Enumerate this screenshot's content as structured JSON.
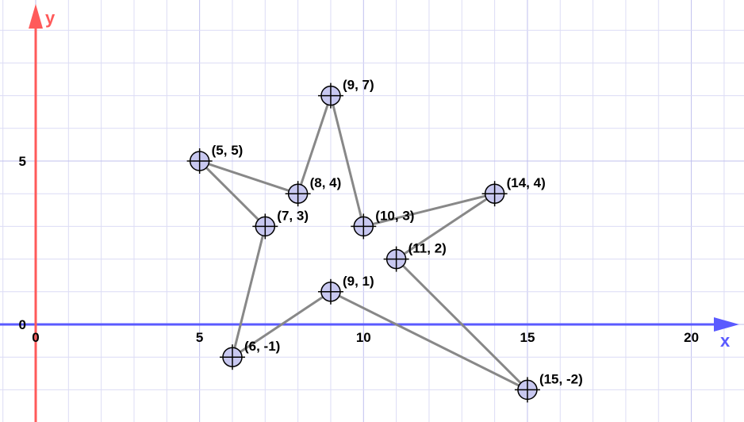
{
  "chart_data": {
    "type": "scatter",
    "xlabel": "x",
    "ylabel": "y",
    "xlim": [
      -1,
      21.5
    ],
    "ylim": [
      -3,
      10
    ],
    "x_ticks": [
      0,
      5,
      10,
      15,
      20
    ],
    "y_ticks": [
      0,
      5
    ],
    "grid": true,
    "minor_grid_step": 1,
    "points": [
      {
        "x": 9,
        "y": 7,
        "label": "(9, 7)"
      },
      {
        "x": 5,
        "y": 5,
        "label": "(5, 5)"
      },
      {
        "x": 8,
        "y": 4,
        "label": "(8, 4)"
      },
      {
        "x": 14,
        "y": 4,
        "label": "(14, 4)"
      },
      {
        "x": 7,
        "y": 3,
        "label": "(7, 3)"
      },
      {
        "x": 10,
        "y": 3,
        "label": "(10, 3)"
      },
      {
        "x": 11,
        "y": 2,
        "label": "(11, 2)"
      },
      {
        "x": 9,
        "y": 1,
        "label": "(9, 1)"
      },
      {
        "x": 6,
        "y": -1,
        "label": "(6, -1)"
      },
      {
        "x": 15,
        "y": -2,
        "label": "(15, -2)"
      }
    ],
    "segments": [
      [
        [
          9,
          7
        ],
        [
          8,
          4
        ]
      ],
      [
        [
          8,
          4
        ],
        [
          5,
          5
        ]
      ],
      [
        [
          5,
          5
        ],
        [
          7,
          3
        ]
      ],
      [
        [
          7,
          3
        ],
        [
          6,
          -1
        ]
      ],
      [
        [
          6,
          -1
        ],
        [
          9,
          1
        ]
      ],
      [
        [
          9,
          1
        ],
        [
          15,
          -2
        ]
      ],
      [
        [
          15,
          -2
        ],
        [
          11,
          2
        ]
      ],
      [
        [
          11,
          2
        ],
        [
          14,
          4
        ]
      ],
      [
        [
          14,
          4
        ],
        [
          10,
          3
        ]
      ],
      [
        [
          10,
          3
        ],
        [
          9,
          7
        ]
      ]
    ],
    "colors": {
      "x_axis": "#5a5aff",
      "y_axis": "#ff5a5a",
      "minor_grid": "#dcdcf5",
      "major_grid": "#c0c0ee",
      "segment": "#888888",
      "point_fill": "#c8c8f0",
      "point_stroke": "#000000"
    }
  }
}
